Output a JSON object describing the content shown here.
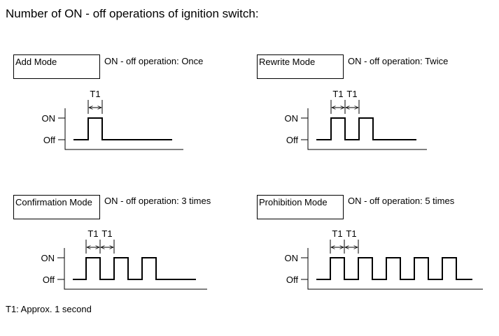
{
  "title": "Number of ON - off operations of ignition switch:",
  "footnote": "T1: Approx. 1 second",
  "panels": [
    {
      "mode": "Add Mode",
      "operation": "ON - off operation: Once",
      "pulses": 1,
      "markers": [
        "T1"
      ],
      "on_label": "ON",
      "off_label": "Off"
    },
    {
      "mode": "Rewrite Mode",
      "operation": "ON - off operation: Twice",
      "pulses": 2,
      "markers": [
        "T1",
        "T1"
      ],
      "on_label": "ON",
      "off_label": "Off"
    },
    {
      "mode": "Confirmation Mode",
      "operation": "ON - off operation: 3 times",
      "pulses": 3,
      "markers": [
        "T1",
        "T1"
      ],
      "on_label": "ON",
      "off_label": "Off"
    },
    {
      "mode": "Prohibition Mode",
      "operation": "ON - off operation: 5 times",
      "pulses": 5,
      "markers": [
        "T1",
        "T1"
      ],
      "on_label": "ON",
      "off_label": "Off"
    }
  ]
}
